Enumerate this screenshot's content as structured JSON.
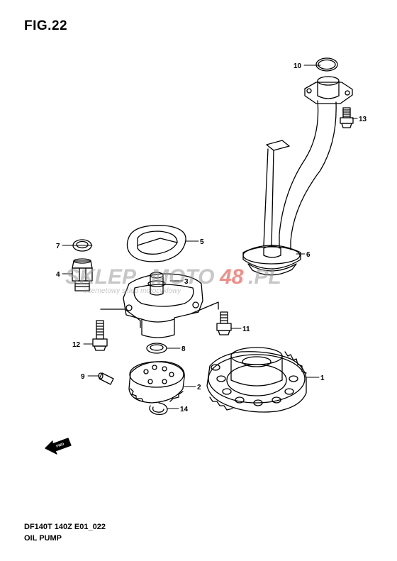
{
  "figure": {
    "title": "FIG.22",
    "code": "DF140T 140Z E01_022",
    "name": "OIL PUMP"
  },
  "watermark": {
    "text_a": "SKLEP",
    "text_b": "MOTO",
    "text_c": "48",
    "text_d": ".PL",
    "subtitle": "internetowy sklep motocyklowy",
    "accent_color": "#e2342c"
  },
  "fwd_label": "FWD",
  "callouts": [
    {
      "id": "1",
      "part": "gear"
    },
    {
      "id": "2",
      "part": "rotor"
    },
    {
      "id": "3",
      "part": "pump-body"
    },
    {
      "id": "4",
      "part": "relief-valve"
    },
    {
      "id": "5",
      "part": "gasket"
    },
    {
      "id": "6",
      "part": "strainer"
    },
    {
      "id": "7",
      "part": "washer"
    },
    {
      "id": "8",
      "part": "o-ring"
    },
    {
      "id": "9",
      "part": "pin"
    },
    {
      "id": "10",
      "part": "o-ring"
    },
    {
      "id": "11",
      "part": "bolt"
    },
    {
      "id": "12",
      "part": "bolt"
    },
    {
      "id": "13",
      "part": "bolt"
    },
    {
      "id": "14",
      "part": "circlip"
    }
  ]
}
